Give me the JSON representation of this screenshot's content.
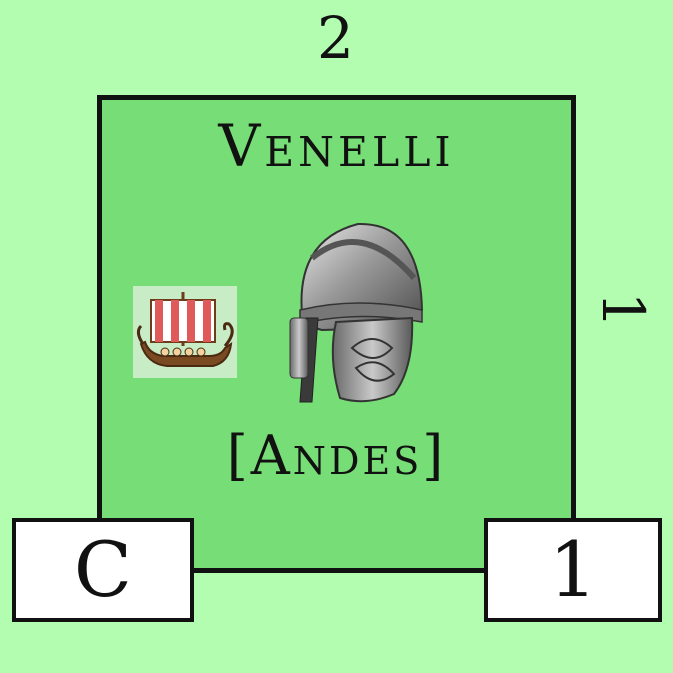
{
  "card": {
    "top_value": "2",
    "side_value": "1",
    "tribe_name": "Venelli",
    "tribe_subtitle": "[Andes]",
    "ship_icon": "viking-longship-icon",
    "helmet_icon": "celtic-helmet-icon"
  },
  "corners": {
    "left_label": "C",
    "right_label": "1"
  },
  "colors": {
    "background": "#b3fdb0",
    "card_fill": "#77dd77",
    "border": "#111111"
  }
}
